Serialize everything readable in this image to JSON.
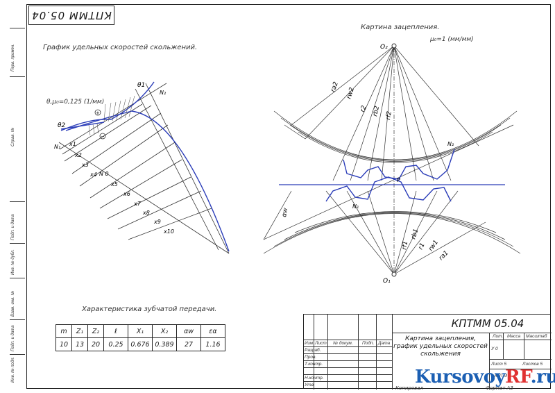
{
  "drawing_code": "КПТММ 05.04",
  "sliding_chart": {
    "title": "График удельных скоростей скольжений.",
    "scale_label": "θ,μ₀=0,125 (1/мм)",
    "curve_labels": [
      "θ1",
      "θ2"
    ],
    "point_labels": [
      "N₂",
      "N₁",
      "x1",
      "x2",
      "x3",
      "x4",
      "x5",
      "x6",
      "x7",
      "x8",
      "x9",
      "x10",
      "N 0"
    ],
    "sign_plus": "+",
    "sign_minus": "−"
  },
  "mesh_picture": {
    "title": "Картина зацепления.",
    "scale": "μ₀=1 (мм/мм)",
    "center_top": "O₂",
    "center_bottom": "O₁",
    "radius_labels_top": [
      "ra2",
      "rw2",
      "r2",
      "rb2",
      "rf2"
    ],
    "radius_labels_bottom": [
      "rf1",
      "rb1",
      "r1",
      "rw1",
      "ra1"
    ],
    "angle_label": "αw",
    "points": [
      "N₂",
      "N₁",
      "P"
    ]
  },
  "gear_params": {
    "title": "Характеристика зубчатой передачи.",
    "headers": [
      "m",
      "Z₁",
      "Z₂",
      "ℓ",
      "X₁",
      "X₂",
      "αw",
      "εα"
    ],
    "values": [
      "10",
      "13",
      "20",
      "0.25",
      "0.676",
      "0.389",
      "27",
      "1.16"
    ]
  },
  "title_block": {
    "code": "КПТММ 05.04",
    "title_lines": [
      "Картина зацепления,",
      "график удельных скоростей",
      "скольжения"
    ],
    "headers": [
      "Изм",
      "Лист",
      "№ докум.",
      "Подп.",
      "Дата"
    ],
    "roles": [
      "Разраб.",
      "Пров.",
      "Т.контр.",
      "",
      "Н.контр.",
      "Утв."
    ],
    "lit_label": "Лит.",
    "mass_label": "Масса",
    "scale_label": "Масштаб",
    "sheet_label": "Лист 5",
    "sheets_label": "Листов 5",
    "lit_value": "У 0",
    "copied_label": "Копировал",
    "format_label": "Формат А3",
    "group": "КПТМ"
  },
  "side_strip": [
    "Перв. примен.",
    "Справ. №",
    "Подп. и дата",
    "Инв. № дубл.",
    "Взам. инв. №",
    "Подп. и дата",
    "Инв. № подл."
  ],
  "watermark": {
    "main": "Kursovoy",
    "accent": "RF",
    "suffix": ".ru"
  }
}
